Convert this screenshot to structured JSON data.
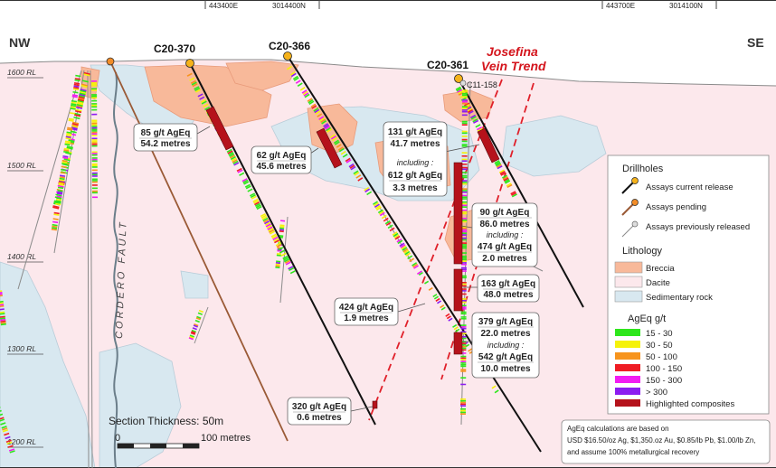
{
  "coords": [
    "443400E",
    "3014400N",
    "443700E",
    "3014100N"
  ],
  "directions": {
    "left": "NW",
    "right": "SE"
  },
  "elevations": [
    "1600 RL",
    "1500 RL",
    "1400 RL",
    "1300 RL",
    "1200 RL"
  ],
  "holes": [
    "C20-370",
    "C20-366",
    "C20-361",
    "C11-158"
  ],
  "vein": {
    "line1": "Josefina",
    "line2": "Vein Trend"
  },
  "fault": "CORDERO FAULT",
  "callouts": {
    "c1": {
      "line1": "85 g/t AgEq",
      "line2": "54.2 metres"
    },
    "c2": {
      "line1": "62 g/t AgEq",
      "line2": "45.6 metres"
    },
    "c3": {
      "line1": "131 g/t AgEq",
      "line2": "41.7 metres",
      "inc": "including :",
      "line3": "612 g/t AgEq",
      "line4": "3.3 metres"
    },
    "c4": {
      "line1": "90 g/t AgEq",
      "line2": "86.0 metres",
      "inc": "including :",
      "line3": "474 g/t AgEq",
      "line4": "2.0 metres"
    },
    "c5": {
      "line1": "163 g/t AgEq",
      "line2": "48.0 metres"
    },
    "c6": {
      "line1": "424 g/t AgEq",
      "line2": "1.9 metres"
    },
    "c7": {
      "line1": "379 g/t AgEq",
      "line2": "22.0 metres",
      "inc": "including :",
      "line3": "542 g/t AgEq",
      "line4": "10.0 metres"
    },
    "c8": {
      "line1": "320 g/t AgEq",
      "line2": "0.6 metres"
    }
  },
  "legend": {
    "drillholes_title": "Drillholes",
    "drillholes": [
      "Assays current release",
      "Assays pending",
      "Assays previously released"
    ],
    "lithology_title": "Lithology",
    "lithology": [
      {
        "label": "Breccia",
        "color": "#f8b99a"
      },
      {
        "label": "Dacite",
        "color": "#fce8ec"
      },
      {
        "label": "Sedimentary rock",
        "color": "#d8e8f0"
      }
    ],
    "grade_title": "AgEq g/t",
    "grades": [
      {
        "label": "15 - 30",
        "color": "#2ee61c"
      },
      {
        "label": "30 - 50",
        "color": "#f5f20a"
      },
      {
        "label": "50 - 100",
        "color": "#f7941d"
      },
      {
        "label": "100 - 150",
        "color": "#ef1c24"
      },
      {
        "label": "150 - 300",
        "color": "#f21cf2"
      },
      {
        "label": "> 300",
        "color": "#8c1cf0"
      },
      {
        "label": "Highlighted composites",
        "color": "#b5121b"
      }
    ]
  },
  "scale": {
    "thickness": "Section Thickness: 50m",
    "zero": "0",
    "length": "100 metres"
  },
  "note": {
    "line1": "AgEq calculations are based on",
    "line2": "USD $16.50/oz Ag, $1,350.oz Au, $0.85/lb Pb, $1.00/lb Zn,",
    "line3": "and assume 100% metallurgical recovery"
  }
}
